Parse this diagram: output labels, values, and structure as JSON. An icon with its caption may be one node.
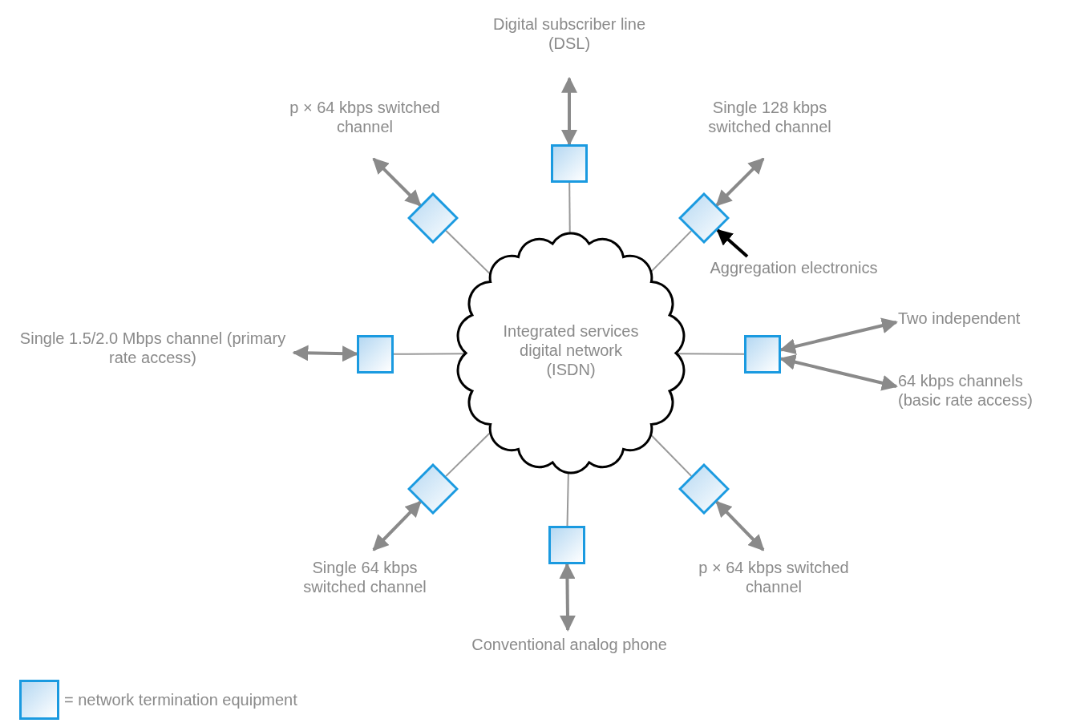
{
  "diagram": {
    "nodes": [
      {
        "text": [
          "Integrated services digital network (ISDN)"
        ]
      },
      {
        "text": [],
        "shape": "box"
      },
      {
        "text": [],
        "shape": "diamond"
      },
      {
        "text": [],
        "shape": "box"
      },
      {
        "text": [],
        "shape": "diamond"
      },
      {
        "text": [],
        "shape": "box"
      },
      {
        "text": [],
        "shape": "diamond"
      },
      {
        "text": [],
        "shape": "box"
      },
      {
        "text": [],
        "shape": "diamond"
      },
      {
        "text": [
          "Digital subscriber line (DSL)"
        ]
      },
      {
        "text": [
          "Single 128 kbps switched channel"
        ]
      },
      {
        "text": [
          "Aggregation electronics"
        ]
      },
      {
        "text": [
          "Two independent",
          "64 kbps channels (basic rate access)"
        ]
      },
      {
        "text": [
          "p × 64 kbps switched channel"
        ]
      },
      {
        "text": [
          "Conventional analog phone"
        ]
      },
      {
        "text": [
          "Single 64 kbps switched channel"
        ]
      },
      {
        "text": [
          "Single 1.5/2.0 Mbps channel (primary rate access)"
        ]
      },
      {
        "text": [
          "p × 64 kbps switched channel"
        ]
      }
    ],
    "edges": [
      {
        "from": 0,
        "to": 1,
        "arrow": "none"
      },
      {
        "from": 0,
        "to": 2,
        "arrow": "none"
      },
      {
        "from": 0,
        "to": 3,
        "arrow": "none"
      },
      {
        "from": 0,
        "to": 4,
        "arrow": "none"
      },
      {
        "from": 0,
        "to": 5,
        "arrow": "none"
      },
      {
        "from": 0,
        "to": 6,
        "arrow": "none"
      },
      {
        "from": 0,
        "to": 7,
        "arrow": "none"
      },
      {
        "from": 0,
        "to": 8,
        "arrow": "none"
      },
      {
        "from": 1,
        "to": 9,
        "arrow": "both"
      },
      {
        "from": 2,
        "to": 10,
        "arrow": "both"
      },
      {
        "from": 11,
        "to": 2,
        "arrow": "to",
        "color": "#000000"
      },
      {
        "from": 3,
        "to": 12,
        "arrow": "both"
      },
      {
        "from": 3,
        "to": 12,
        "arrow": "both"
      },
      {
        "from": 4,
        "to": 13,
        "arrow": "both"
      },
      {
        "from": 5,
        "to": 14,
        "arrow": "both"
      },
      {
        "from": 6,
        "to": 15,
        "arrow": "both"
      },
      {
        "from": 7,
        "to": 16,
        "arrow": "both"
      },
      {
        "from": 8,
        "to": 17,
        "arrow": "both"
      }
    ],
    "legend": [
      {
        "text": "= network termination equipment"
      }
    ]
  }
}
